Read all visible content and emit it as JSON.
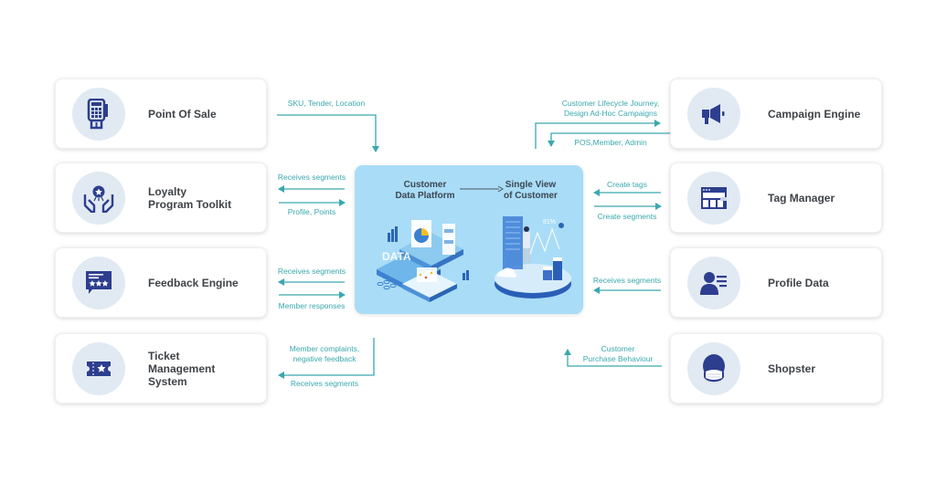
{
  "colors": {
    "accent_teal": "#3aa8af",
    "icon_navy": "#2d3e8f",
    "icon_circle": "#e1eaf2",
    "center_bg": "#a9dcf7",
    "card_text": "#3f4348"
  },
  "left_systems": [
    {
      "label": "Point Of Sale",
      "icon": "pos-terminal-icon"
    },
    {
      "label": "Loyalty\nProgram Toolkit",
      "icon": "loyalty-hands-icon"
    },
    {
      "label": "Feedback Engine",
      "icon": "feedback-stars-icon"
    },
    {
      "label": "Ticket\nManagement\nSystem",
      "icon": "ticket-icon"
    }
  ],
  "right_systems": [
    {
      "label": "Campaign Engine",
      "icon": "megaphone-icon"
    },
    {
      "label": "Tag Manager",
      "icon": "browser-window-icon"
    },
    {
      "label": "Profile Data",
      "icon": "user-profile-icon"
    },
    {
      "label": "Shopster",
      "icon": "masked-person-icon"
    }
  ],
  "center": {
    "left_title": "Customer\nData Platform",
    "right_title": "Single View\nof Customer",
    "left_illustration": "data-platform-illustration",
    "right_illustration": "single-view-illustration"
  },
  "flows": {
    "pos_in": "SKU, Tender, Location",
    "loyalty_out": "Receives segments",
    "loyalty_in": "Profile, Points",
    "feedback_out": "Receives segments",
    "feedback_in": "Member responses",
    "ticket_in": "Member complaints,\nnegative feedback",
    "ticket_out": "Receives segments",
    "campaign_out": "Customer Lifecycle Journey,\nDesign Ad-Hoc Campaigns",
    "campaign_in": "POS,Member, Admin",
    "tag_in": "Create tags",
    "tag_out": "Create segments",
    "profile_out": "Receives segments",
    "shopster_in": "Customer\nPurchase Behaviour"
  }
}
